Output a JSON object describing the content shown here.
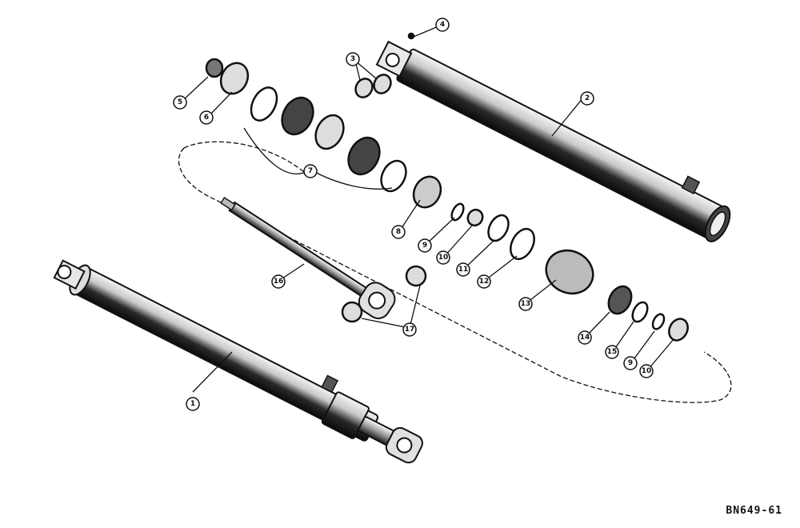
{
  "drawing_code": "BN649-61",
  "callouts": {
    "c1": "1",
    "c2": "2",
    "c3": "3",
    "c4": "4",
    "c5": "5",
    "c6": "6",
    "c7": "7",
    "c8": "8",
    "c9": "9",
    "c10": "10",
    "c11": "11",
    "c12": "12",
    "c13": "13",
    "c14": "14",
    "c15": "15",
    "c16": "16",
    "c17": "17",
    "c9b": "9",
    "c10b": "10"
  },
  "colors": {
    "ink": "#111111",
    "paper": "#ffffff",
    "shade": "#3a3a3a"
  }
}
